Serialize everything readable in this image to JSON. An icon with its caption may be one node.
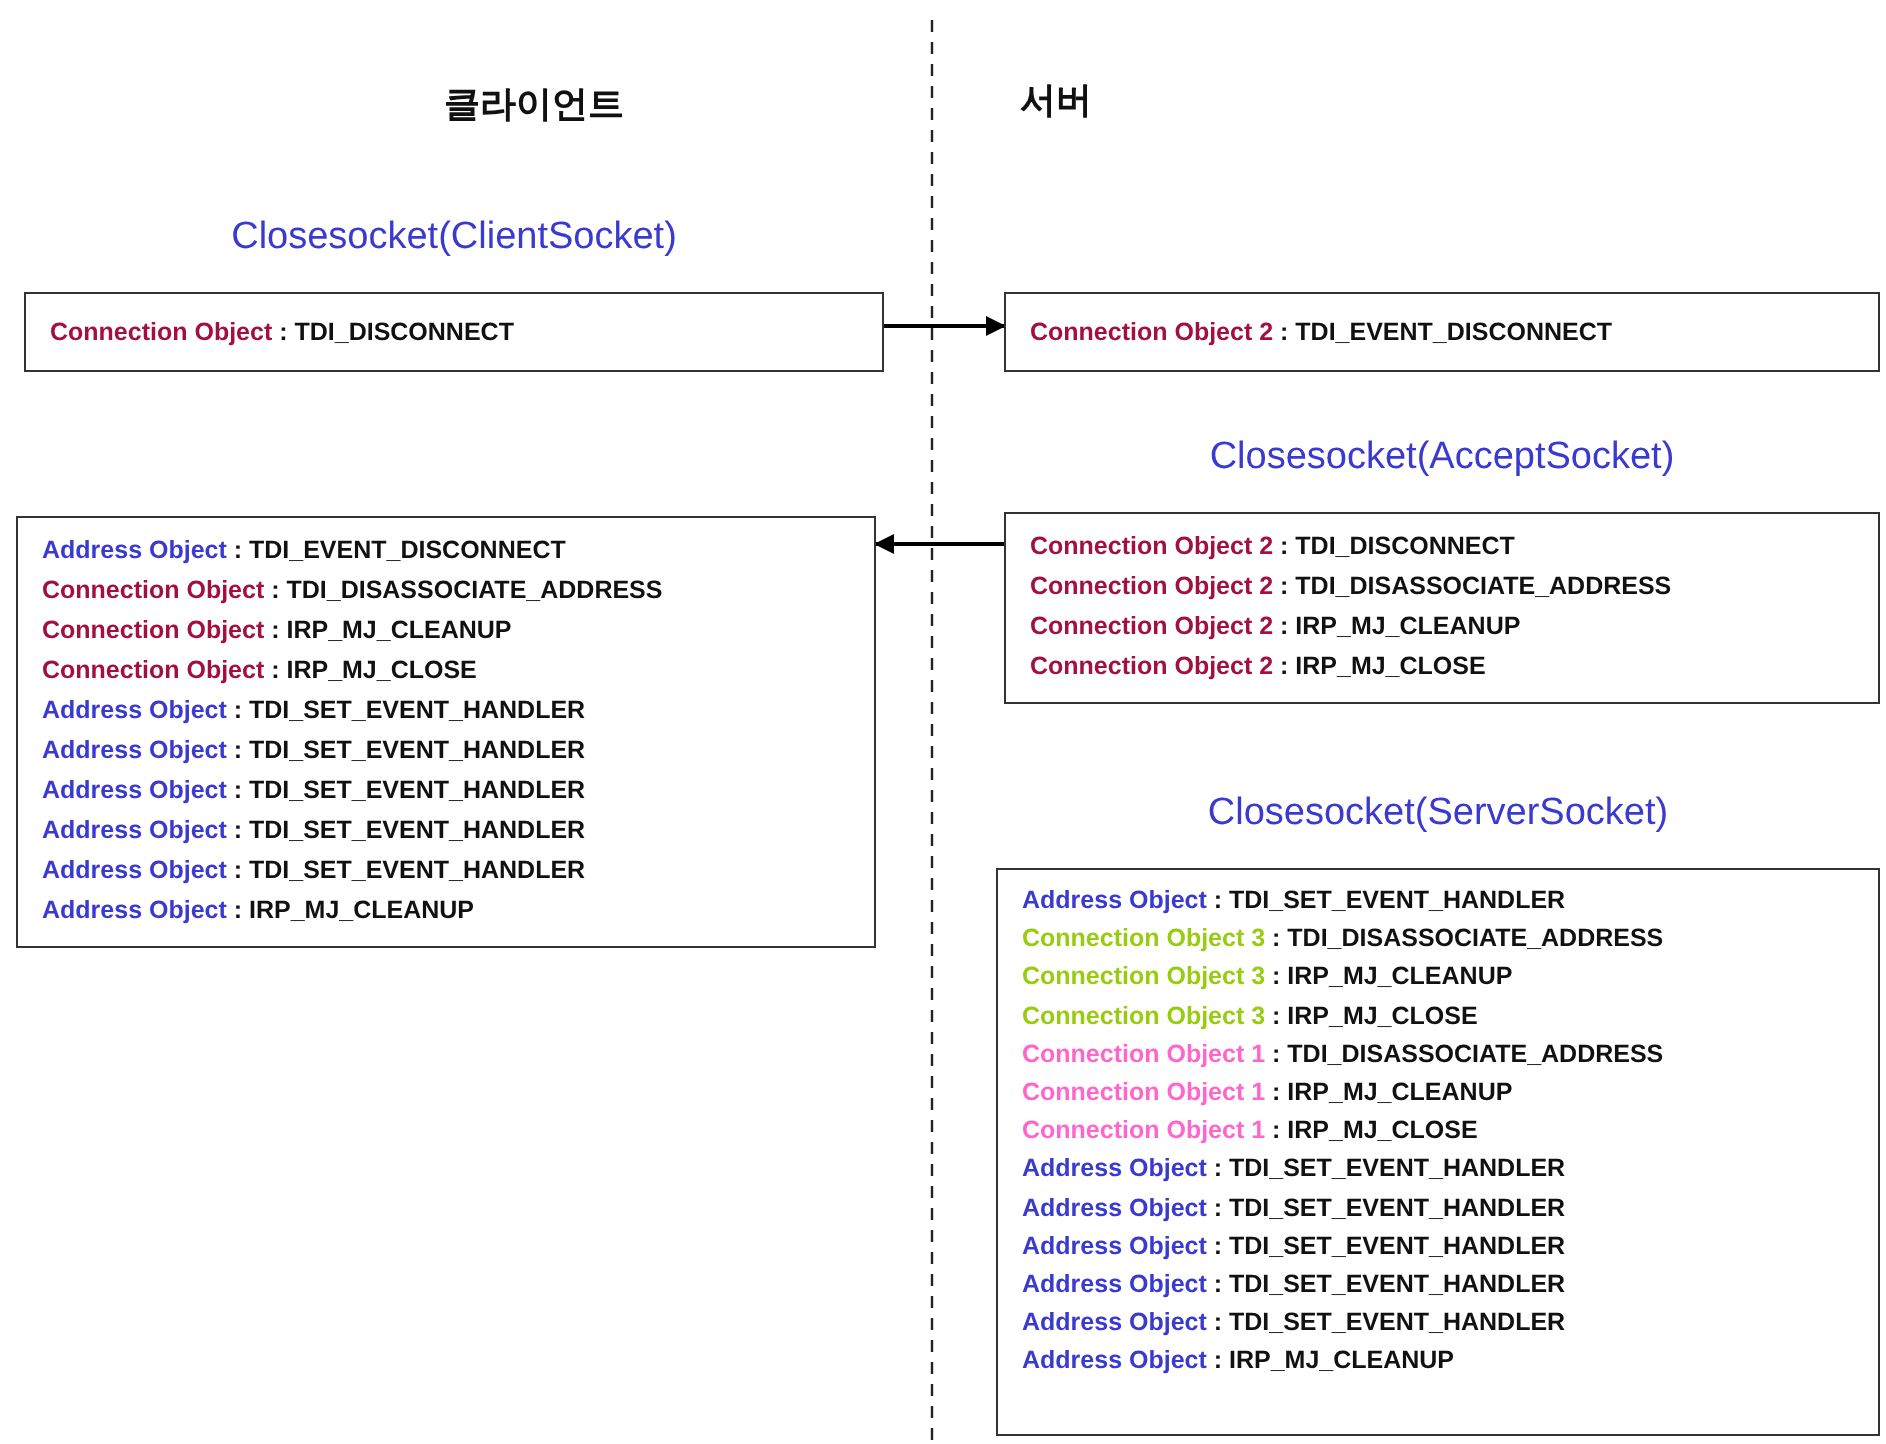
{
  "diagram": {
    "nodes": [
      {
        "text": [
          "Closesocket(ClientSocket)",
          "Connection Object : TDI_DISCONNECT"
        ]
      },
      {
        "text": [
          "Connection Object 2 : TDI_EVENT_DISCONNECT"
        ]
      },
      {
        "text": [
          "Closesocket(AcceptSocket)",
          "Connection Object 2 : TDI_DISCONNECT",
          "Connection Object 2 : TDI_DISASSOCIATE_ADDRESS",
          "Connection Object 2 : IRP_MJ_CLEANUP",
          "Connection Object 2 : IRP_MJ_CLOSE"
        ]
      },
      {
        "text": [
          "Address Object : TDI_EVENT_DISCONNECT",
          "Connection Object : TDI_DISASSOCIATE_ADDRESS",
          "Connection Object : IRP_MJ_CLEANUP",
          "Connection Object : IRP_MJ_CLOSE",
          "Address Object : TDI_SET_EVENT_HANDLER",
          "Address Object : TDI_SET_EVENT_HANDLER",
          "Address Object : TDI_SET_EVENT_HANDLER",
          "Address Object : TDI_SET_EVENT_HANDLER",
          "Address Object : TDI_SET_EVENT_HANDLER",
          "Address Object : IRP_MJ_CLEANUP"
        ]
      },
      {
        "text": [
          "Closesocket(ServerSocket)",
          "Address Object : TDI_SET_EVENT_HANDLER",
          "Connection Object 3 : TDI_DISASSOCIATE_ADDRESS",
          "Connection Object 3 : IRP_MJ_CLEANUP",
          "Connection Object 3 : IRP_MJ_CLOSE",
          "Connection Object 1 : TDI_DISASSOCIATE_ADDRESS",
          "Connection Object 1 : IRP_MJ_CLEANUP",
          "Connection Object 1 : IRP_MJ_CLOSE",
          "Address Object : TDI_SET_EVENT_HANDLER",
          "Address Object : TDI_SET_EVENT_HANDLER",
          "Address Object : TDI_SET_EVENT_HANDLER",
          "Address Object : TDI_SET_EVENT_HANDLER",
          "Address Object : TDI_SET_EVENT_HANDLER",
          "Address Object : IRP_MJ_CLEANUP"
        ]
      }
    ],
    "edges": [
      {
        "from": 0,
        "to": 1,
        "arrow": "to"
      },
      {
        "from": 2,
        "to": 3,
        "arrow": "to"
      }
    ],
    "labels": [
      "클라이언트",
      "서버"
    ]
  }
}
